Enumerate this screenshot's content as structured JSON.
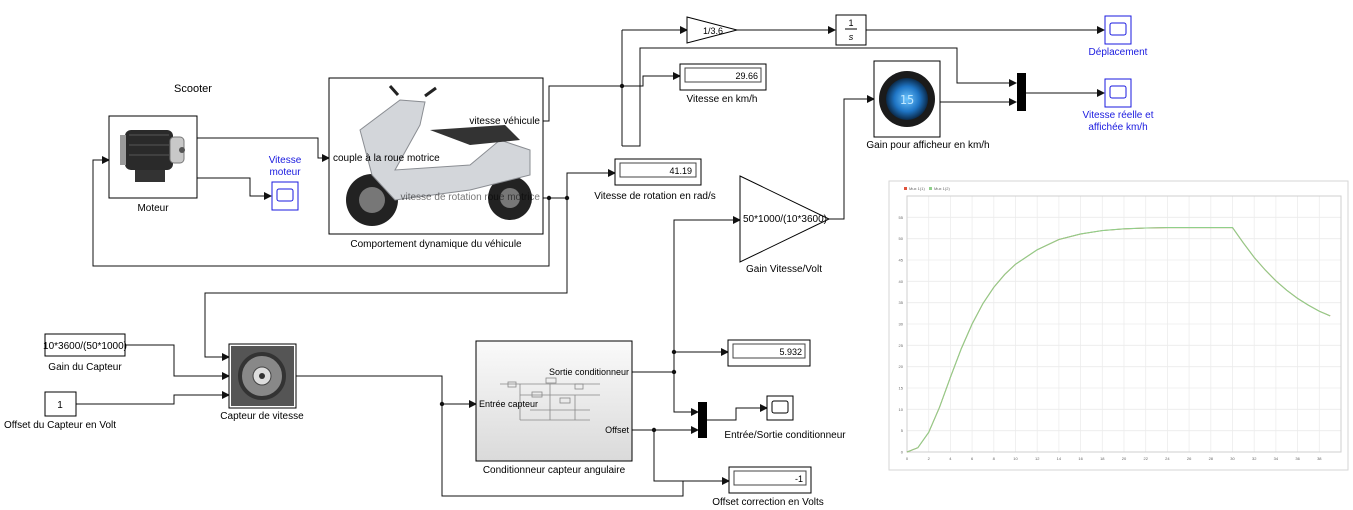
{
  "title": "Scooter",
  "blocks": {
    "moteur": "Moteur",
    "vitesse_moteur": [
      "Vitesse",
      "moteur"
    ],
    "comportement": "Comportement dynamique du véhicule",
    "port_vitesse_vehicule": "vitesse véhicule",
    "port_couple": "couple à la roue motrice",
    "port_vitesse_rotation": "vitesse de rotation roue motrice",
    "gain_1_36": "1/3.6",
    "integrator_num": "1",
    "integrator_den": "s",
    "deplacement": "Déplacement",
    "vitesse_kmh_value": "29.66",
    "vitesse_kmh_label": "Vitesse en km/h",
    "vitesse_rot_value": "41.19",
    "vitesse_rot_label": "Vitesse de rotation en rad/s",
    "vitesse_reelle": [
      "Vitesse réelle et",
      "affichée  km/h"
    ],
    "gain_afficheur": "Gain pour afficheur en km/h",
    "gain_vitesse_volt_expr": "50*1000/(10*3600)",
    "gain_vitesse_volt_label": "Gain Vitesse/Volt",
    "gain_capteur_expr": "10*3600/(50*1000)",
    "gain_capteur_label": "Gain du Capteur",
    "offset_value": "1",
    "offset_label": "Offset du Capteur en Volt",
    "capteur_label": "Capteur de vitesse",
    "cond_label": "Conditionneur capteur angulaire",
    "cond_in": "Entrée capteur",
    "cond_out1": "Sortie conditionneur",
    "cond_out2": "Offset",
    "sortie_value": "5.932",
    "entree_sortie_label": "Entrée/Sortie conditionneur",
    "offset_corr_value": "-1",
    "offset_corr_label": "Offset correction en Volts"
  },
  "chart_data": {
    "type": "line",
    "legend": [
      "Mux 1(1)",
      "Mux 1(2)"
    ],
    "x_ticks": [
      "0",
      "2",
      "4",
      "6",
      "8",
      "10",
      "12",
      "14",
      "16",
      "18",
      "20",
      "22",
      "24",
      "26",
      "28",
      "30",
      "32",
      "34",
      "36",
      "38"
    ],
    "y_ticks": [
      "0",
      "5",
      "10",
      "15",
      "20",
      "25",
      "30",
      "35",
      "40",
      "45",
      "50",
      "55"
    ],
    "xlim": [
      0,
      40
    ],
    "ylim": [
      0,
      60
    ],
    "series": [
      {
        "name": "Mux 1(1)",
        "color": "#e0533c",
        "x": [
          0,
          1,
          2,
          3,
          4,
          5,
          6,
          7,
          8,
          9,
          10,
          12,
          14,
          16,
          18,
          20,
          22,
          24,
          26,
          28,
          30,
          31,
          32,
          33,
          34,
          35,
          36,
          37,
          38,
          39
        ],
        "y": [
          0,
          1.0,
          4.6,
          10.5,
          17.5,
          24.2,
          30,
          34.8,
          38.6,
          41.6,
          44,
          47.4,
          49.8,
          51.1,
          51.9,
          52.3,
          52.5,
          52.6,
          52.6,
          52.6,
          52.6,
          49,
          45.6,
          42.7,
          40.1,
          37.9,
          36,
          34.4,
          33.0,
          31.9
        ]
      },
      {
        "name": "Mux 1(2)",
        "color": "#8fd08a",
        "x": [
          0,
          1,
          2,
          3,
          4,
          5,
          6,
          7,
          8,
          9,
          10,
          12,
          14,
          16,
          18,
          20,
          22,
          24,
          26,
          28,
          30,
          31,
          32,
          33,
          34,
          35,
          36,
          37,
          38,
          39
        ],
        "y": [
          0,
          1.0,
          4.6,
          10.5,
          17.5,
          24.2,
          30,
          34.8,
          38.6,
          41.6,
          44,
          47.4,
          49.8,
          51.1,
          51.9,
          52.3,
          52.5,
          52.6,
          52.6,
          52.6,
          52.6,
          49,
          45.6,
          42.7,
          40.1,
          37.9,
          36,
          34.4,
          33.0,
          31.9
        ]
      }
    ]
  }
}
